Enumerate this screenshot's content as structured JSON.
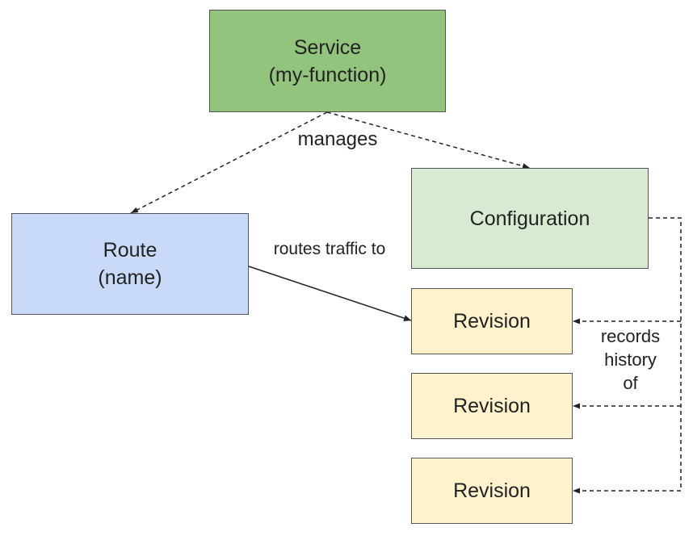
{
  "colors": {
    "service_fill": "#93c47d",
    "configuration_fill": "#d9ead3",
    "route_fill": "#c9daf8",
    "revision_fill": "#fff2cc",
    "border": "#555555",
    "line": "#222222"
  },
  "nodes": {
    "service": {
      "line1": "Service",
      "line2": "(my-function)"
    },
    "route": {
      "line1": "Route",
      "line2": "(name)"
    },
    "configuration": {
      "label": "Configuration"
    },
    "revisions": [
      {
        "label": "Revision"
      },
      {
        "label": "Revision"
      },
      {
        "label": "Revision"
      }
    ]
  },
  "edges": {
    "manages": "manages",
    "routes_traffic_to": "routes traffic to",
    "records_history_of": [
      "records",
      "history",
      "of"
    ]
  }
}
